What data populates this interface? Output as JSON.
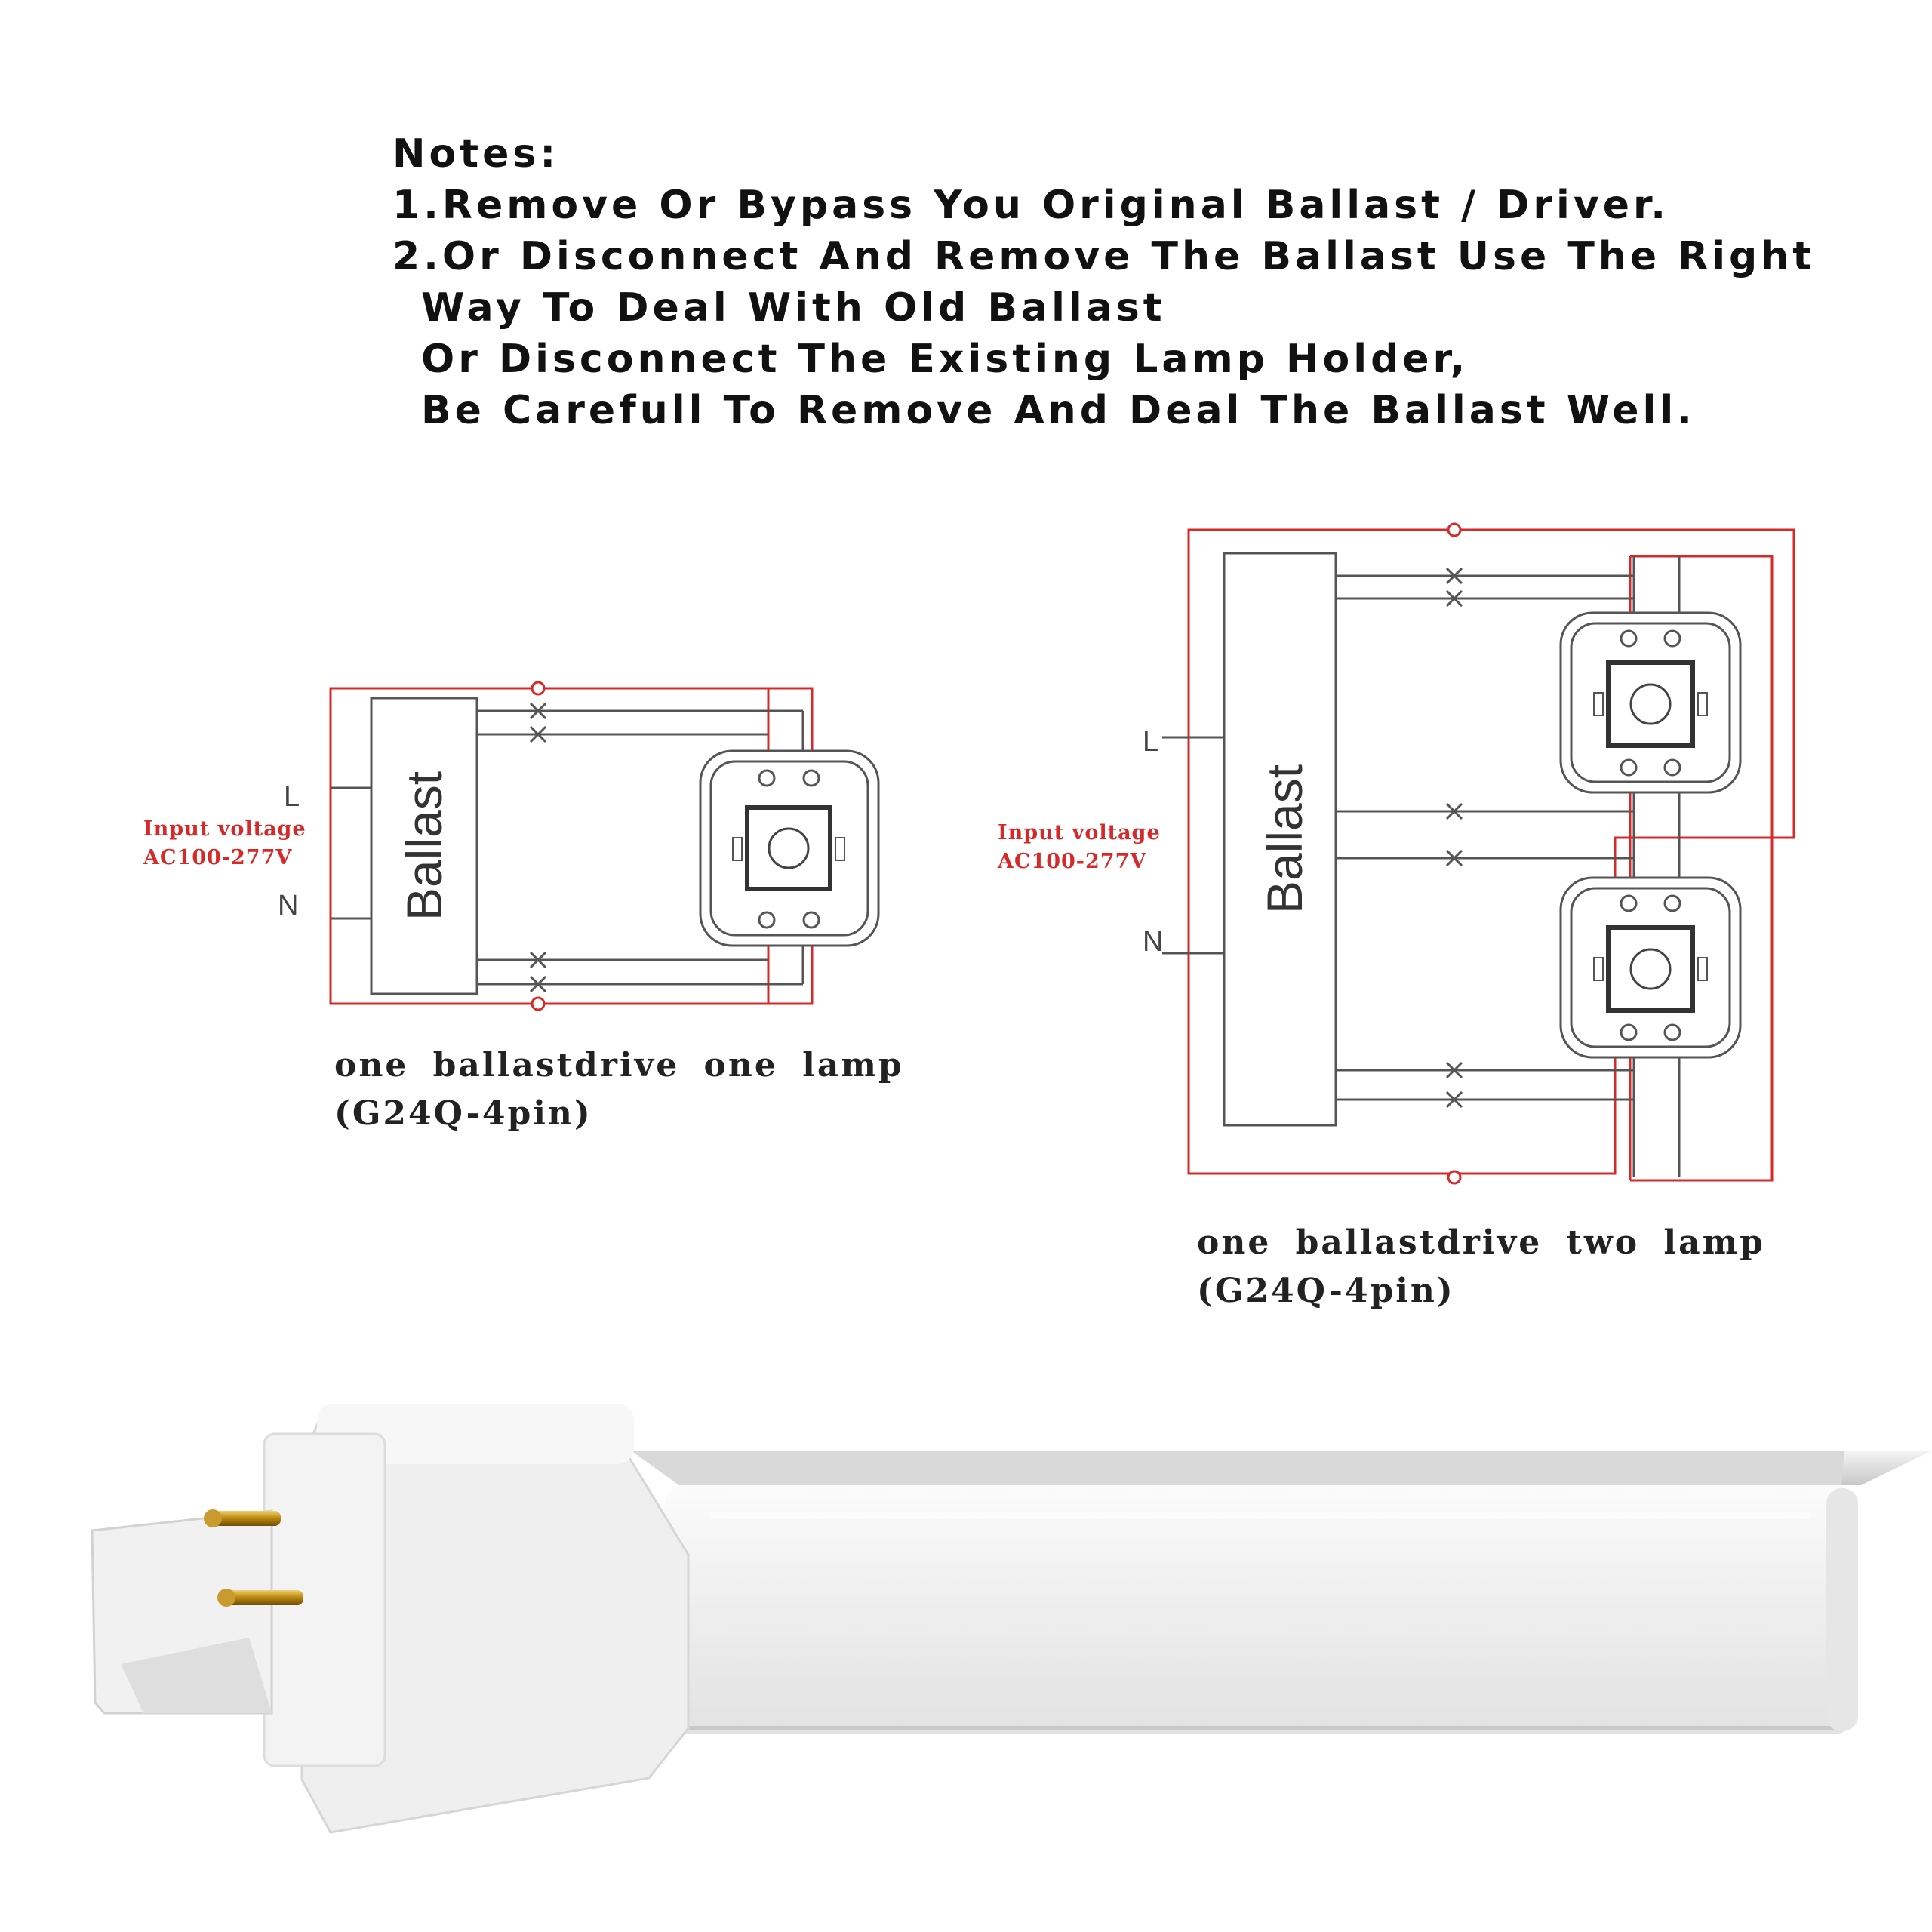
{
  "notes": {
    "heading": "Notes:",
    "lines": [
      "1.Remove Or Bypass You Original Ballast / Driver.",
      "2.Or Disconnect And Remove The Ballast Use The Right",
      "Way To Deal With Old Ballast",
      "Or Disconnect The Existing Lamp Holder,",
      "Be Carefull To Remove And Deal The Ballast Well."
    ]
  },
  "diagram_one": {
    "ballast_label": "Ballast",
    "line_label": "L",
    "neutral_label": "N",
    "input_label": "Input voltage",
    "input_range": "AC100-277V",
    "caption_line1": "one ballastdrive one lamp",
    "caption_line2": "(G24Q-4pin)"
  },
  "diagram_two": {
    "ballast_label": "Ballast",
    "line_label": "L",
    "neutral_label": "N",
    "input_label": "Input voltage",
    "input_range": "AC100-277V",
    "caption_line1": "one ballastdrive two lamp",
    "caption_line2": "(G24Q-4pin)"
  },
  "colors": {
    "wire_red": "#d62a2a",
    "wire_gray": "#555555",
    "label_red": "#d62a2a"
  },
  "icons": [
    "lamp-socket-icon",
    "g24q-led-lamp-icon",
    "cut-wire-icon",
    "open-circle-icon"
  ]
}
